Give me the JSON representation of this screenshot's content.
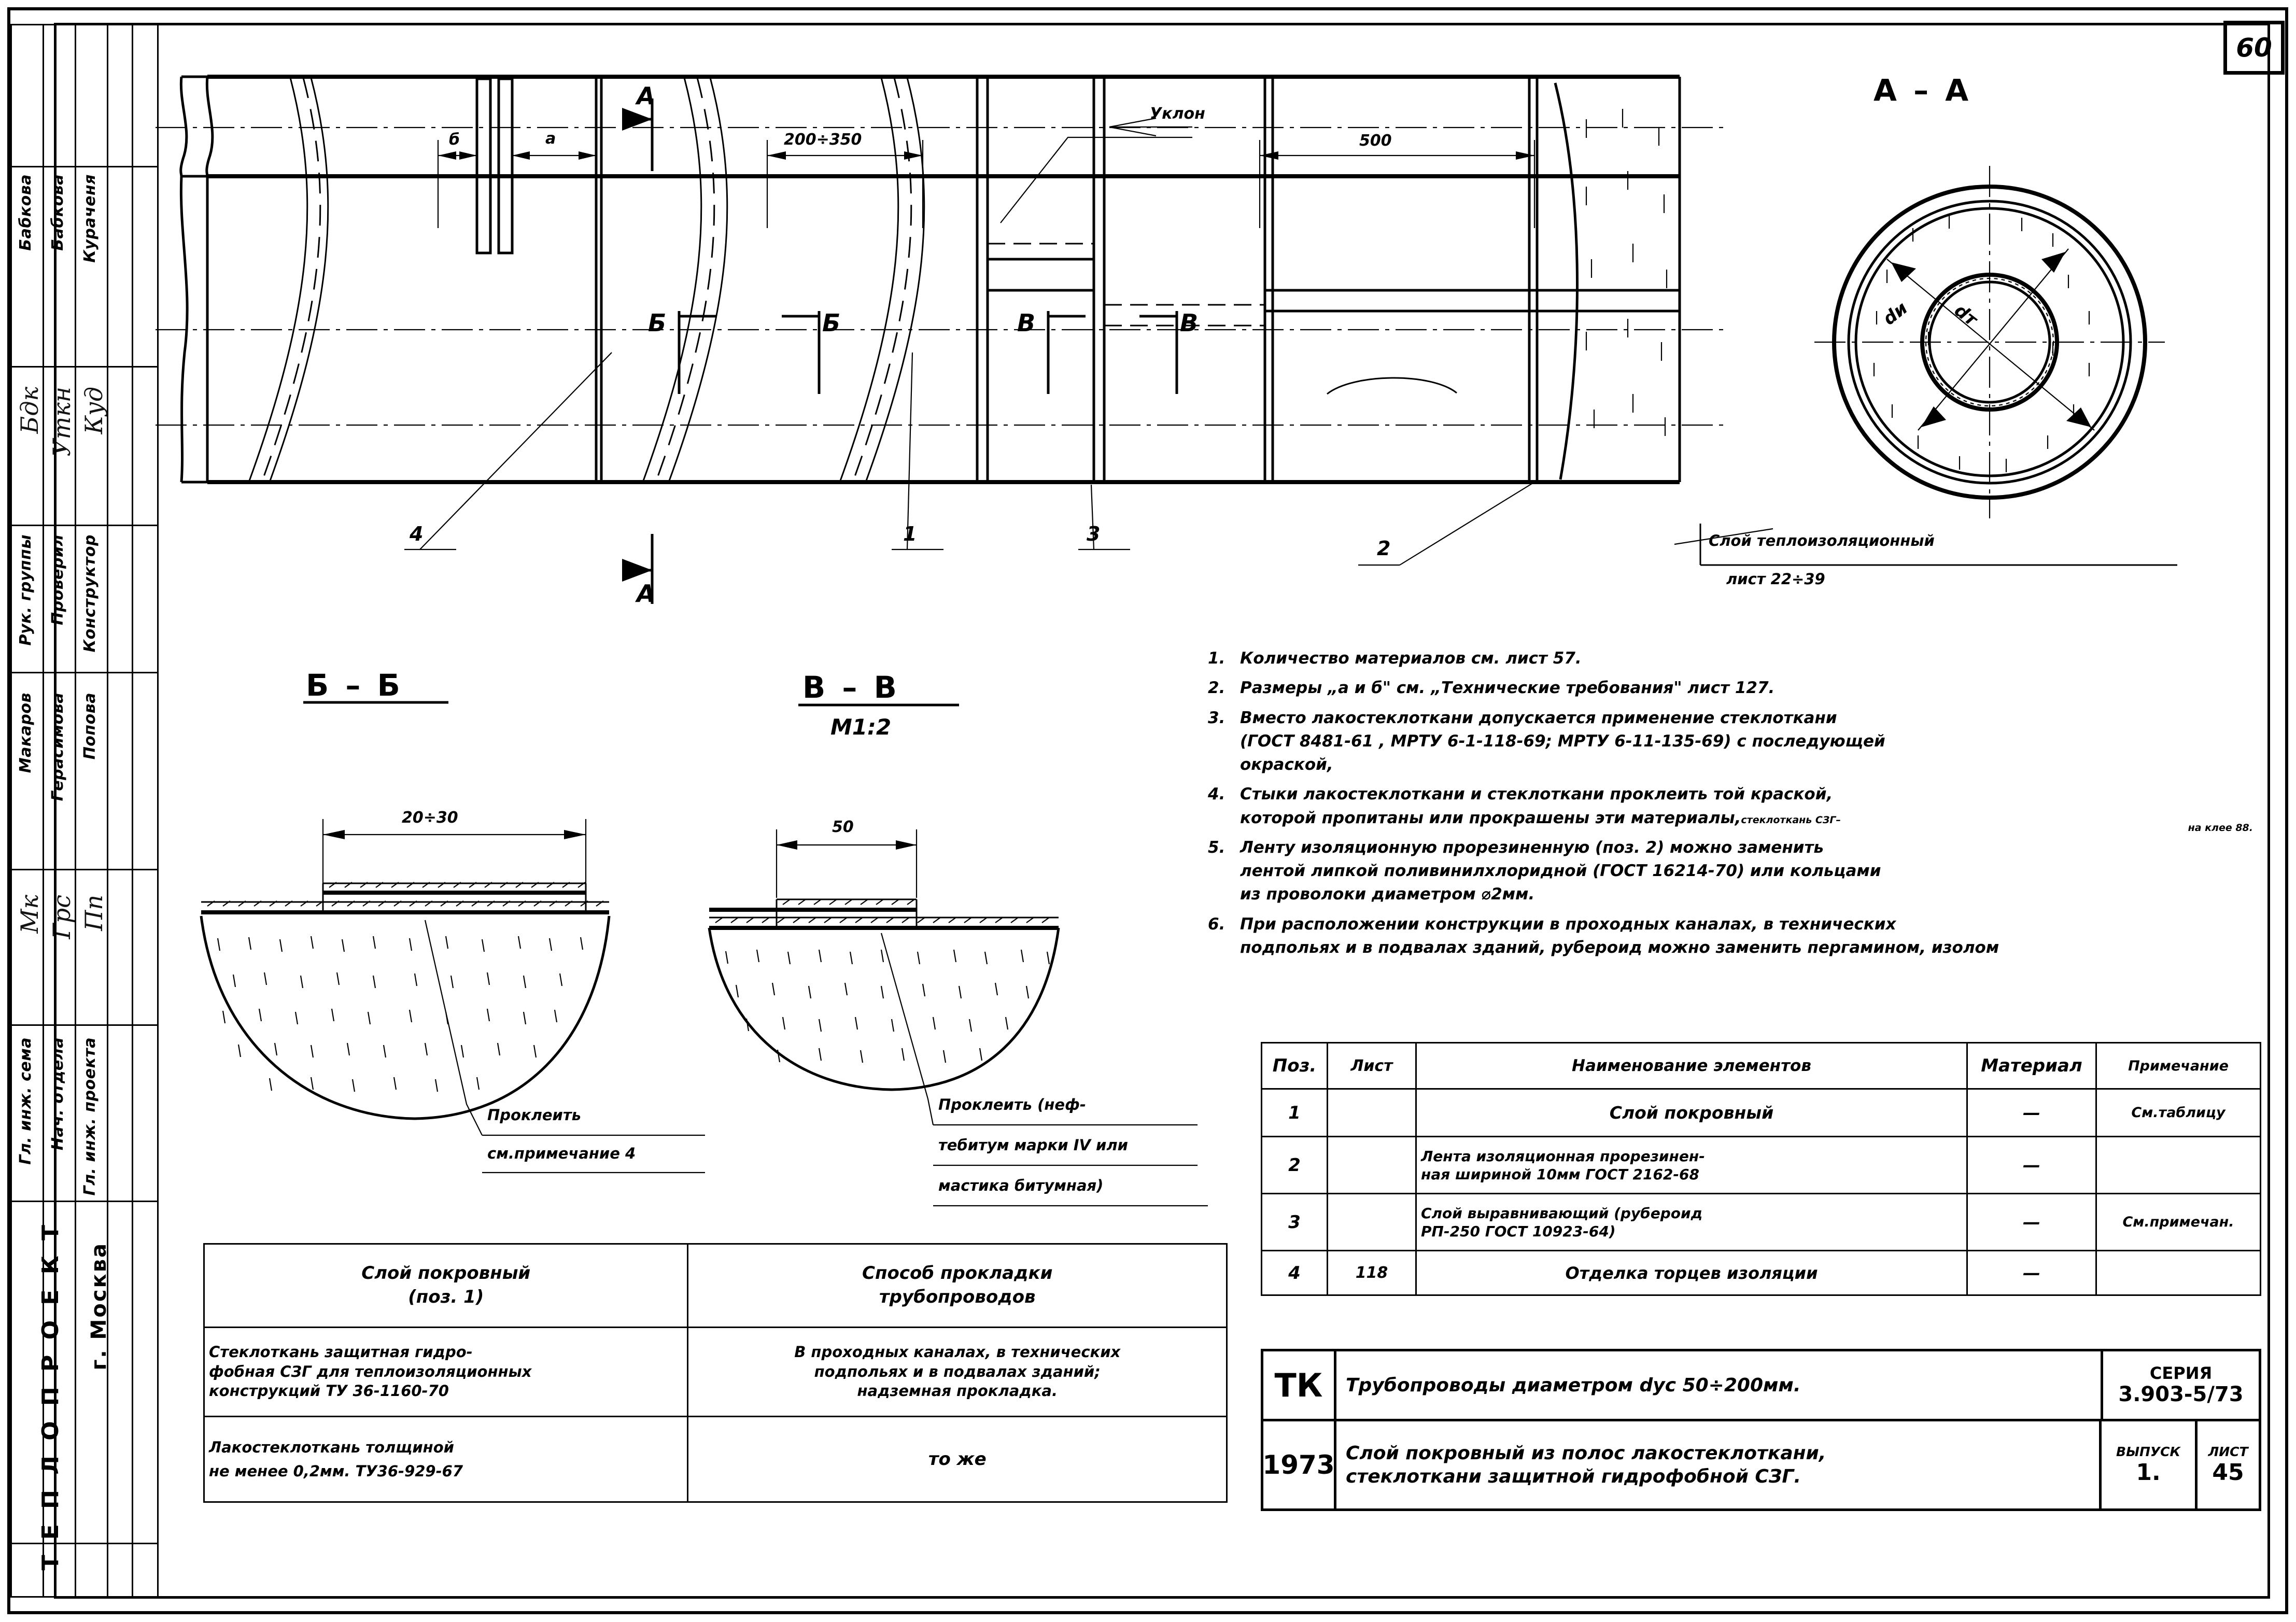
{
  "sheet": {
    "number": "60"
  },
  "stamp": {
    "names": [
      "Бабкова",
      "Бабкова",
      "Кураченя",
      "Макаров",
      "Герасимова",
      "Попова"
    ],
    "roles": [
      "Рук. группы",
      "Проверил",
      "Конструктор",
      "Гл. инж. сема",
      "Нач. отдела",
      "Гл. инж. проекта"
    ],
    "signatures": [
      "Бдк",
      "Уткн",
      "Куд",
      "Мк",
      "Грс",
      "Пп"
    ],
    "organization": "Т Е П Л О П Р О Е К Т",
    "city": "г. Москва"
  },
  "main_view": {
    "dim_b": "б",
    "dim_a": "а",
    "dim_200_350": "200÷350",
    "dim_500": "500",
    "slope_label": "Уклон",
    "section_a_top": "А",
    "section_a_bottom": "А",
    "section_b_left": "Б",
    "section_b_right": "Б",
    "section_v_left": "В",
    "section_v_right": "В",
    "callout_4": "4",
    "callout_1": "1",
    "callout_3": "3",
    "callout_2": "2",
    "insulation_note_line1": "Слой теплоизоляционный",
    "insulation_note_line2": "лист 22÷39"
  },
  "section_aa": {
    "title": "А – А",
    "label_di": "dи",
    "label_dt": "dт"
  },
  "section_bb": {
    "title": "Б – Б",
    "dimension": "20÷30",
    "note_line1": "Проклеить",
    "note_line2": "см.примечание 4"
  },
  "section_vv": {
    "title": "В – В",
    "scale": "М1:2",
    "dimension": "50",
    "note_line1": "Проклеить (неф-",
    "note_line2": "тебитум марки IV или",
    "note_line3": "мастика битумная)"
  },
  "notes": [
    {
      "num": "1.",
      "lines": [
        "Количество  материалов  см. лист 57."
      ]
    },
    {
      "num": "2.",
      "lines": [
        "Размеры „а и б\" см. „Технические требования\" лист 127."
      ]
    },
    {
      "num": "3.",
      "lines": [
        "Вместо лакостеклоткани допускается применение стеклоткани",
        "(ГОСТ 8481-61 , МРТУ 6-1-118-69;  МРТУ 6-11-135-69) с последующей",
        "окраской,"
      ]
    },
    {
      "num": "4.",
      "lines": [
        "Стыки лакостеклоткани и стеклоткани проклеить той краской,",
        "которой пропитаны или прокрашены эти материалы,"
      ],
      "superscript1": "стеклоткань СЗГ–",
      "superscript2": "на клее 88."
    },
    {
      "num": "5.",
      "lines": [
        "Ленту изоляционную прорезиненную (поз. 2) можно заменить",
        "лентой липкой поливинилхлоридной (ГОСТ 16214-70) или кольцами",
        "из проволоки диаметром ⌀2мм."
      ]
    },
    {
      "num": "6.",
      "lines": [
        "При расположении конструкции в проходных каналах, в технических",
        "подпольях и в подвалах зданий, рубероид можно заменить пергамином, изолом"
      ]
    }
  ],
  "spec_table": {
    "headers": [
      "Поз.",
      "Лист",
      "Наименование элементов",
      "Материал",
      "Примечание"
    ],
    "rows": [
      {
        "pos": "1",
        "list": "",
        "name": "Слой   покровный",
        "material": "—",
        "note": "См.таблицу"
      },
      {
        "pos": "2",
        "list": "",
        "name": "Лента изоляционная прорезинен-\nная шириной 10мм ГОСТ 2162-68",
        "material": "—",
        "note": ""
      },
      {
        "pos": "3",
        "list": "",
        "name": "Слой выравнивающий (рубероид\nРП-250  ГОСТ 10923-64)",
        "material": "—",
        "note": "См.примечан."
      },
      {
        "pos": "4",
        "list": "118",
        "name": "Отделка    торцев  изоляции",
        "material": "—",
        "note": ""
      }
    ]
  },
  "material_table": {
    "header_left": "Слой   покровный\n(поз. 1)",
    "header_right": "Способ  прокладки\nтрубопроводов",
    "rows": [
      {
        "left": "Стеклоткань защитная гидро-\nфобная СЗГ для теплоизоляционных\nконструкций ТУ 36-1160-70",
        "right": "В проходных каналах, в технических\nподпольях и в подвалах зданий;\nнадземная  прокладка."
      },
      {
        "left": "Лакостеклоткань толщиной\nне менее 0,2мм. ТУ36-929-67",
        "right": "то же"
      }
    ]
  },
  "title_block": {
    "code": "ТК",
    "year": "1973",
    "line1": "Трубопроводы  диаметром  dус 50÷200мм.",
    "line2": "Слой покровный из полос лакостеклоткани,\nстеклоткани защитной  гидрофобной СЗГ.",
    "series_label": "СЕРИЯ",
    "series_value": "3.903-5/73",
    "issue_label": "ВЫПУСК",
    "issue_value": "1.",
    "sheet_label": "ЛИСТ",
    "sheet_value": "45"
  }
}
